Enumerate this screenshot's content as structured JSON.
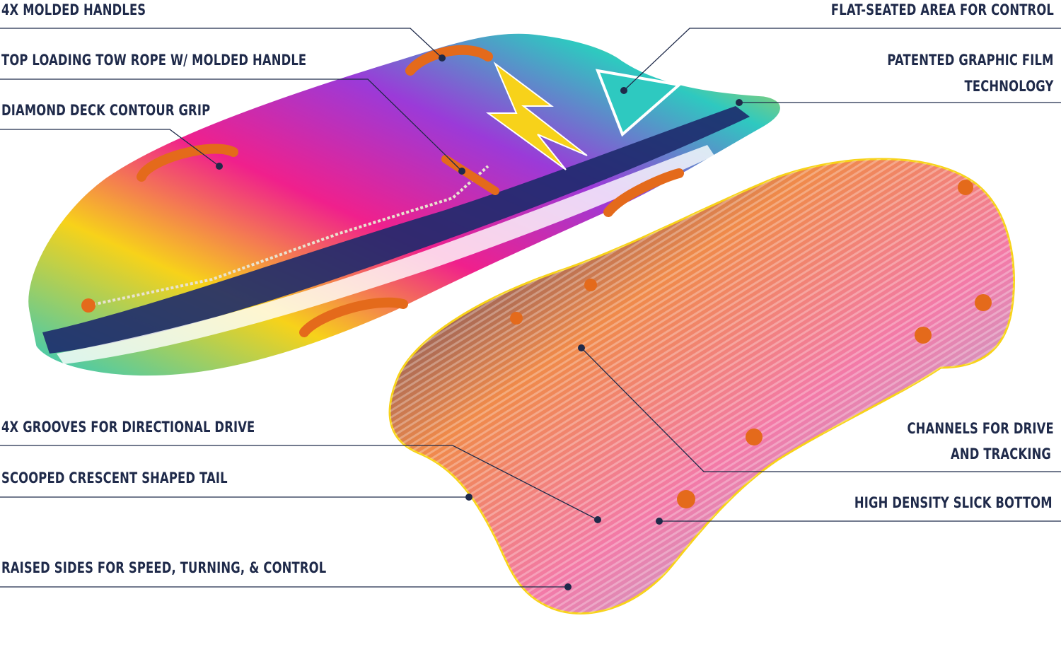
{
  "colors": {
    "text": "#1f2a4a",
    "line": "#1f2a4a",
    "handle": "#e46a1b",
    "navy": "#1d2a6b",
    "pink": "#f0208c",
    "yellow": "#f7d21a",
    "teal": "#2ec9c0",
    "orange": "#ff7b2e"
  },
  "callouts": {
    "molded_handles": "4X MOLDED HANDLES",
    "tow_rope": "TOP LOADING TOW ROPE W/ MOLDED HANDLE",
    "deck_grip": "DIAMOND DECK CONTOUR GRIP",
    "grooves": "4X GROOVES FOR DIRECTIONAL DRIVE",
    "crescent_tail": "SCOOPED CRESCENT SHAPED TAIL",
    "raised_sides": "RAISED SIDES FOR SPEED, TURNING, & CONTROL",
    "flat_seated": "FLAT-SEATED AREA FOR CONTROL",
    "graphic_film_1": "PATENTED GRAPHIC FILM",
    "graphic_film_2": "TECHNOLOGY",
    "channels_1": "CHANNELS FOR DRIVE",
    "channels_2": "AND TRACKING",
    "slick_bottom": "HIGH DENSITY SLICK BOTTOM"
  }
}
